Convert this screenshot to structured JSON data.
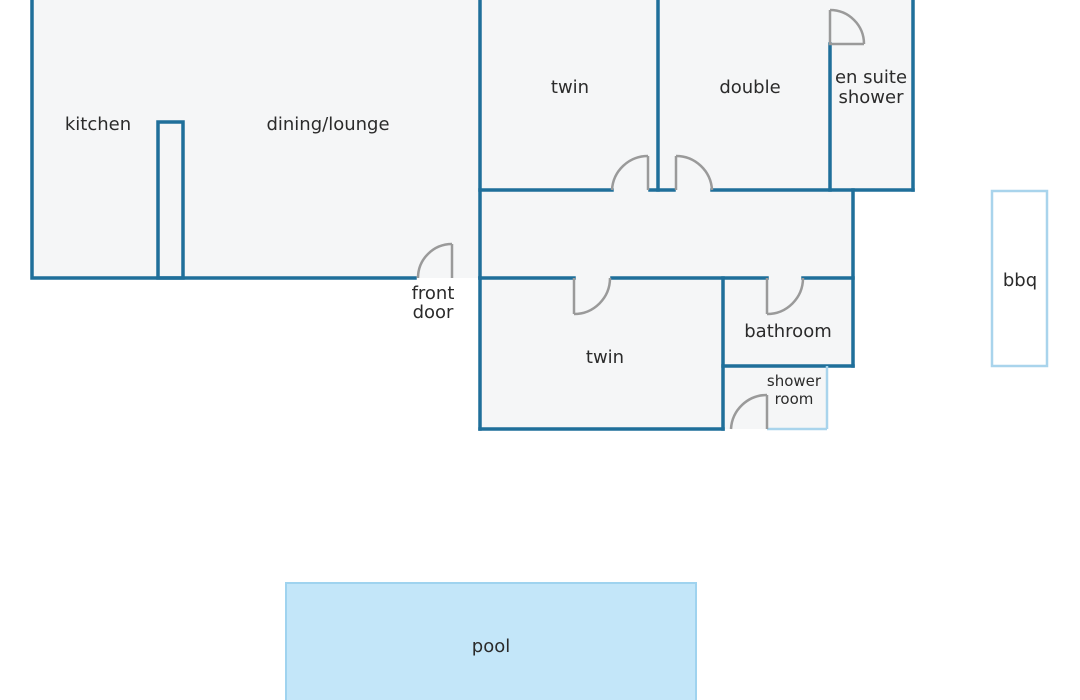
{
  "plan": {
    "rooms": {
      "kitchen": "kitchen",
      "dining_lounge": "dining/lounge",
      "twin_upper": "twin",
      "double": "double",
      "en_suite_line1": "en suite",
      "en_suite_line2": "shower",
      "front_door_line1": "front",
      "front_door_line2": "door",
      "twin_lower": "twin",
      "bathroom": "bathroom",
      "shower_room_line1": "shower",
      "shower_room_line2": "room",
      "bbq": "bbq",
      "pool": "pool"
    }
  },
  "colors": {
    "wall": "#1f6f9a",
    "light_wall": "#a9d4ec",
    "floor": "#f5f6f7",
    "door": "#9a9a9a",
    "pool_fill": "#c3e6f9",
    "pool_border": "#9fd3ef",
    "label": "#2b2b2b"
  }
}
